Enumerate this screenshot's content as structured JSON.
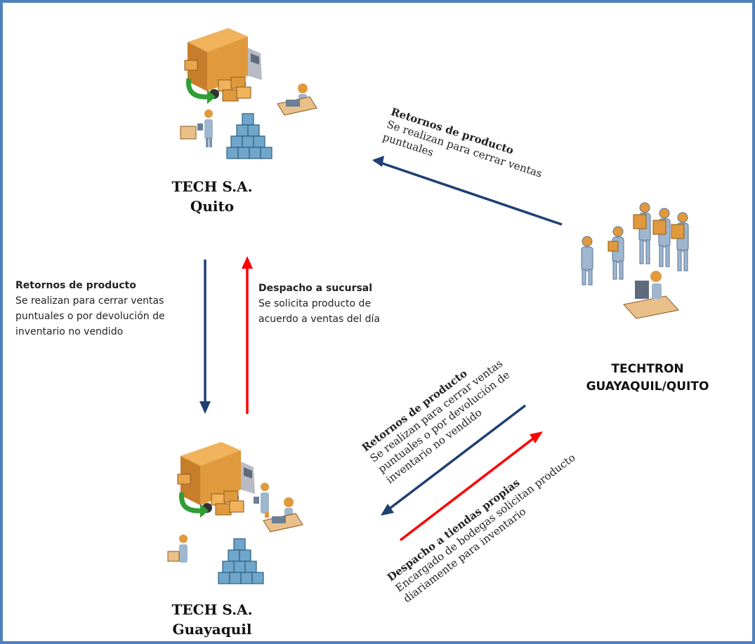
{
  "nodes": {
    "quito": {
      "line1": "TECH S.A.",
      "line2": "Quito"
    },
    "guayaquil": {
      "line1": "TECH S.A.",
      "line2": "Guayaquil"
    },
    "techtron": {
      "line1": "TECHTRON",
      "line2": "GUAYAQUIL/QUITO"
    }
  },
  "labels": {
    "techtron_to_quito": {
      "title": "Retornos de producto",
      "line1": "Se realizan para cerrar ventas",
      "line2": "puntuales"
    },
    "quito_to_guayaquil": {
      "title": "Retornos de producto",
      "line1": "Se realizan para cerrar ventas",
      "line2": "puntuales o por devolución de",
      "line3": "inventario no vendido"
    },
    "guayaquil_to_quito": {
      "title": "Despacho a sucursal",
      "line1": "Se solicita producto de",
      "line2": "acuerdo a ventas del día"
    },
    "techtron_to_guayaquil": {
      "title": "Retornos de producto",
      "line1": "Se realizan para cerrar ventas",
      "line2": "puntuales o por devolución de",
      "line3": "inventario no vendido"
    },
    "guayaquil_to_techtron": {
      "title": "Despacho a tiendas propias",
      "line1": "Encargado de bodegas solicitan producto",
      "line2": "diariamente para inventario"
    }
  },
  "colors": {
    "frame": "#4f81bd",
    "return_arrow": "#1f3f73",
    "dispatch_arrow": "#ff0000",
    "truck_box": "#d9963a",
    "truck_cab": "#c8cad0",
    "crate": "#6fa6c9",
    "person": "#9fb6cf",
    "green_arrow": "#2f9e34"
  }
}
